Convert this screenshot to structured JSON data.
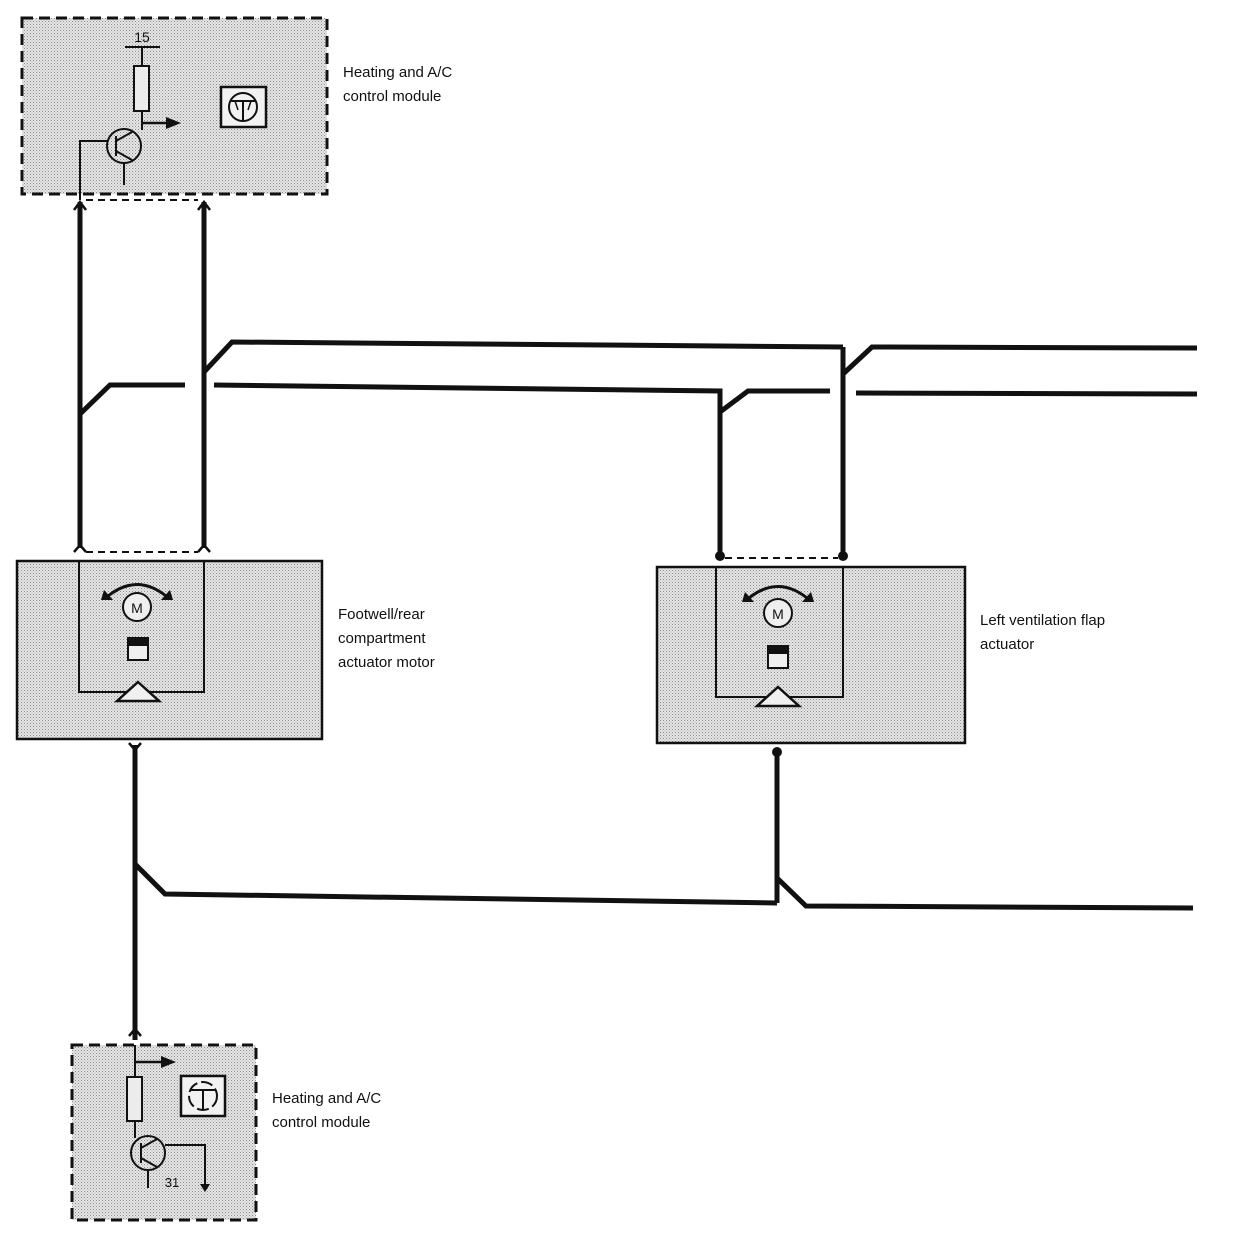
{
  "colors": {
    "wire": "#111111",
    "module_fill": "#dcdcdc",
    "outline": "#111111",
    "background": "#ffffff"
  },
  "components": {
    "top_module": {
      "label_lines": [
        "Heating and A/C",
        "control module"
      ],
      "terminal": "15",
      "icon": "sensor-dial-icon"
    },
    "footwell_actuator": {
      "label_lines": [
        "Footwell/rear",
        "compartment",
        "actuator motor"
      ],
      "motor_symbol": "M",
      "icon": "motor-icon"
    },
    "left_vent_actuator": {
      "label_lines": [
        "Left ventilation flap",
        "actuator"
      ],
      "motor_symbol": "M",
      "icon": "motor-icon"
    },
    "bottom_module": {
      "label_lines": [
        "Heating and A/C",
        "control module"
      ],
      "terminal": "31",
      "icon": "sensor-dial-icon"
    }
  }
}
